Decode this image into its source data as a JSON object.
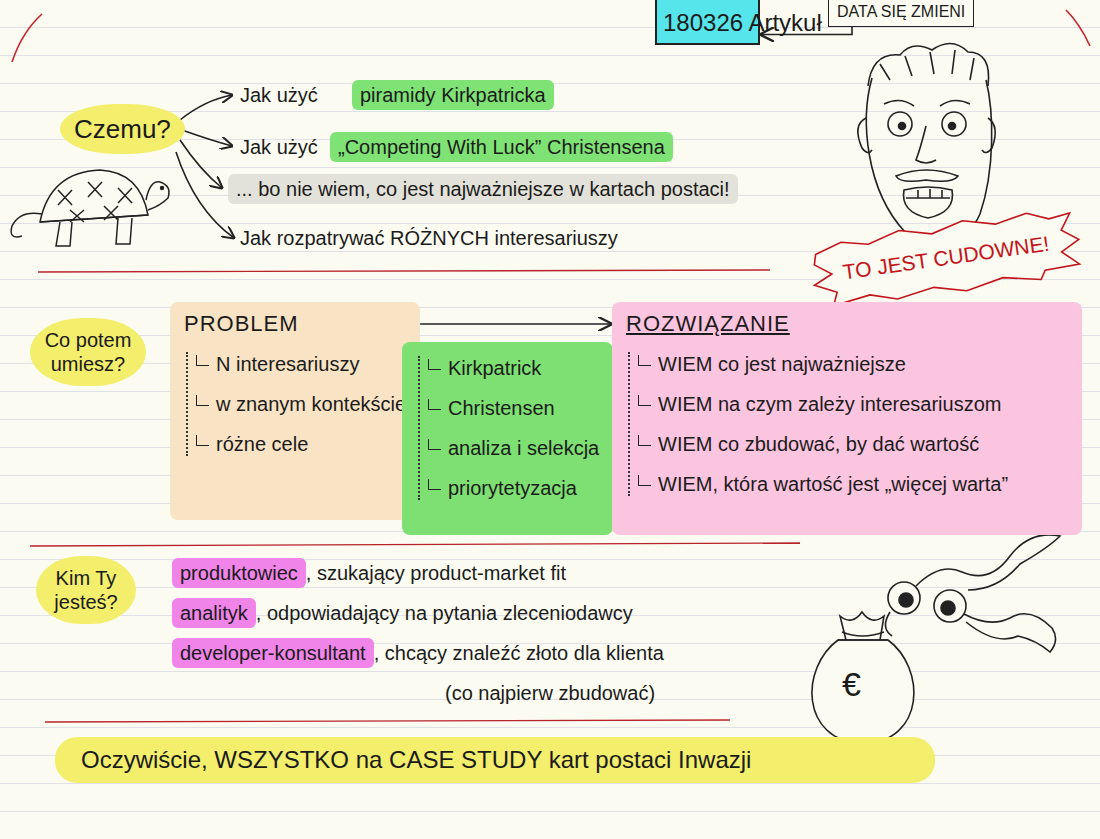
{
  "diagram": {
    "nodes": [
      {
        "text": [
          "180326 Artykuł"
        ]
      },
      {
        "text": [
          "DATA SIĘ ZMIENI"
        ]
      },
      {
        "text": [
          "TO JEST CUDOWNE!"
        ]
      },
      {
        "text": [
          "Czemu?"
        ]
      },
      {
        "text": [
          "piramidy Kirkpatricka"
        ]
      },
      {
        "text": [
          "„Competing With Luck” Christensena"
        ]
      },
      {
        "text": [
          "... bo nie wiem, co jest najważniejsze w kartach postaci!"
        ]
      },
      {
        "text": [
          "Co potem umiesz?"
        ]
      },
      {
        "text": [
          "PROBLEM",
          "N interesariuszy",
          "w znanym kontekście",
          "różne cele"
        ]
      },
      {
        "text": [
          "Kirkpatrick",
          "Christensen",
          "analiza i selekcja",
          "priorytetyzacja"
        ]
      },
      {
        "text": [
          "ROZWIĄZANIE",
          "WIEM co jest najważniejsze",
          "WIEM na czym zależy interesariuszom",
          "WIEM co zbudować, by dać wartość",
          "WIEM, która wartość jest „więcej warta”"
        ]
      },
      {
        "text": [
          "Kim Ty jesteś?"
        ]
      },
      {
        "text": [
          "produktowiec"
        ]
      },
      {
        "text": [
          "analityk"
        ]
      },
      {
        "text": [
          "developer-konsultant"
        ]
      },
      {
        "text": [
          "Oczywiście, WSZYSTKO na CASE STUDY kart postaci Inwazji"
        ]
      }
    ],
    "edges": [
      {
        "from": 1,
        "to": 0,
        "arrow": "to"
      },
      {
        "from": 8,
        "to": 10,
        "arrow": "to"
      }
    ],
    "labels": [
      "Jak użyć",
      "Jak użyć",
      "Jak rozpatrywać RÓŻNYCH interesariuszy",
      ", szukający product-market fit",
      ", odpowiadający na pytania zleceniodawcy",
      ", chcący znaleźć złoto dla klienta",
      "(co najpierw zbudować)",
      "€"
    ]
  }
}
